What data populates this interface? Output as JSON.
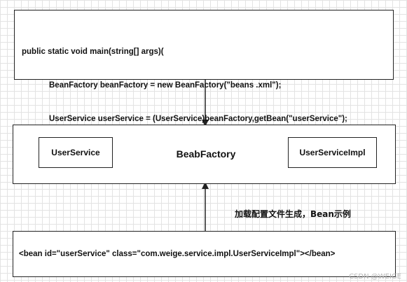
{
  "code_block": {
    "lines": [
      "public static void main(string[] args)(",
      "BeanFactory beanFactory = new BeanFactory(\"beans .xml\");",
      "UserService userService = (UserService)beanFactory,getBean(\"userService\");",
      "}"
    ]
  },
  "bean_factory": {
    "label": "BeabFactory",
    "left_item": "UserService",
    "right_item": "UserServiceImpl"
  },
  "arrow_label": "加载配置文件生成，Bean示例",
  "xml_bean": "<bean id=\"userService\" class=\"com.weige.service.impl.UserServiceImpl\"></bean>",
  "watermark": "CSDN @WEIGE",
  "colors": {
    "stroke": "#222222",
    "grid": "#e3e3e3",
    "watermark": "#b5b5b5"
  }
}
